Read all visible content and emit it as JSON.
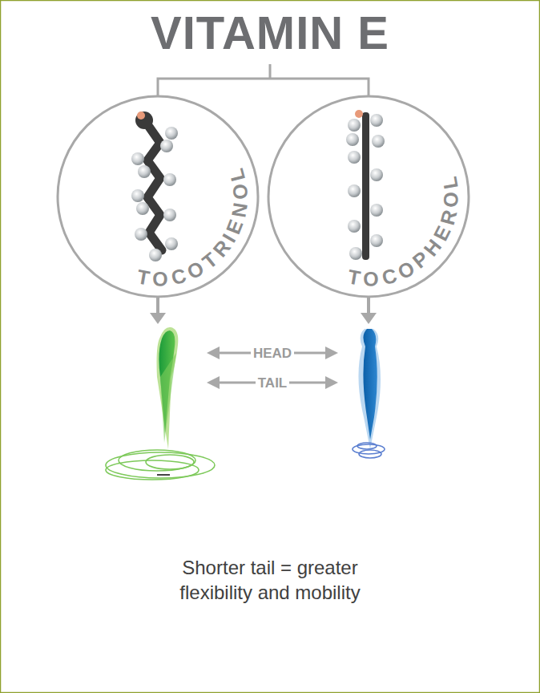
{
  "diagram": {
    "title": "VITAMIN E",
    "caption": "Shorter tail = greater flexibility and mobility",
    "nodes": [
      {
        "text": [
          "TOCOTRIENOL"
        ]
      },
      {
        "text": [
          "TOCOPHEROL"
        ]
      }
    ],
    "labels": [
      "HEAD",
      "TAIL"
    ]
  }
}
